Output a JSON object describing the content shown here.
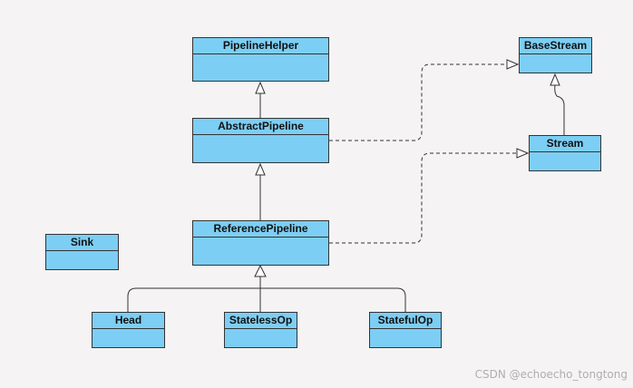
{
  "diagram": {
    "classes": {
      "pipeline_helper": "PipelineHelper",
      "abstract_pipeline": "AbstractPipeline",
      "reference_pipeline": "ReferencePipeline",
      "base_stream": "BaseStream",
      "stream": "Stream",
      "sink": "Sink",
      "head": "Head",
      "stateless_op": "StatelessOp",
      "stateful_op": "StatefulOp"
    },
    "relations": [
      {
        "from": "AbstractPipeline",
        "to": "PipelineHelper",
        "kind": "extends"
      },
      {
        "from": "ReferencePipeline",
        "to": "AbstractPipeline",
        "kind": "extends"
      },
      {
        "from": "Head",
        "to": "ReferencePipeline",
        "kind": "extends"
      },
      {
        "from": "StatelessOp",
        "to": "ReferencePipeline",
        "kind": "extends"
      },
      {
        "from": "StatefulOp",
        "to": "ReferencePipeline",
        "kind": "extends"
      },
      {
        "from": "Stream",
        "to": "BaseStream",
        "kind": "extends"
      },
      {
        "from": "AbstractPipeline",
        "to": "BaseStream",
        "kind": "implements"
      },
      {
        "from": "ReferencePipeline",
        "to": "Stream",
        "kind": "implements"
      }
    ],
    "colors": {
      "class_fill": "#7dcef4",
      "line": "#333333",
      "background": "#f5f3f4"
    }
  },
  "watermark": "CSDN @echoecho_tongtong"
}
